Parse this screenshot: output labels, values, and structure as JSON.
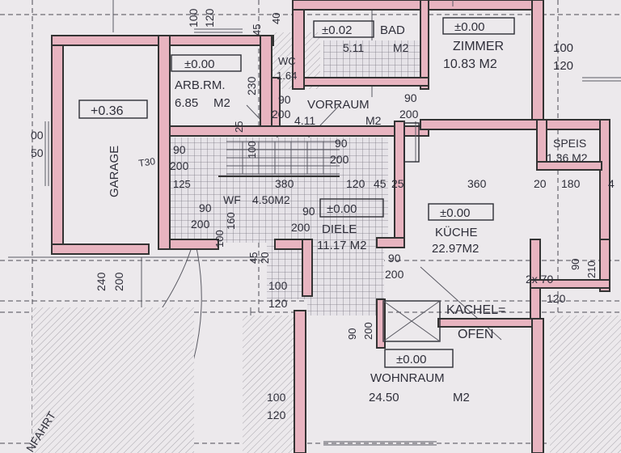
{
  "rooms": {
    "garage": {
      "name": "GARAGE",
      "level": "+0.36"
    },
    "arbrm": {
      "name": "ARB.RM.",
      "area": "6.85",
      "unit": "M2",
      "level": "±0.00"
    },
    "bad": {
      "name": "BAD",
      "area": "5.11",
      "unit": "M2",
      "level": "±0.02"
    },
    "zimmer": {
      "name": "ZIMMER",
      "area": "10.83 M2",
      "level": "±0.00"
    },
    "wc": {
      "name": "WC",
      "area": "1.64"
    },
    "vorraum": {
      "name": "VORRAUM",
      "area": "4.11",
      "unit": "M2"
    },
    "speis": {
      "name": "SPEIS",
      "area": "1.36 M2"
    },
    "wf": {
      "name": "WF",
      "area": "4.50M2"
    },
    "diele": {
      "name": "DIELE",
      "area": "11.17 M2",
      "level": "±0.00"
    },
    "kueche": {
      "name": "KÜCHE",
      "area": "22.97M2",
      "level": "±0.00"
    },
    "kachelofen": {
      "line1": "KACHEL=",
      "line2": "OFEN"
    },
    "wohnraum": {
      "name": "WOHNRAUM",
      "area": "24.50",
      "unit": "M2",
      "level": "±0.00"
    },
    "einfahrt": {
      "name": "NFAHRT"
    }
  },
  "dimensions": {
    "top_100": "100",
    "top_120": "120",
    "arb_230": "230",
    "wc_45": "45",
    "wc_40": "40",
    "vor_90a": "90",
    "vor_200a": "200",
    "vor_90b": "90",
    "vor_200b": "200",
    "right_100": "100",
    "right_120": "120",
    "left_100": "00",
    "left_50": "50",
    "st_90": "90",
    "st_200": "200",
    "st_125": "125",
    "t30": "T30",
    "mid_25": "25",
    "mid_100": "100",
    "mid_90": "90",
    "mid_200": "200",
    "d380": "380",
    "d120": "120",
    "d45": "45",
    "d25": "25",
    "d360": "360",
    "d20": "20",
    "d180": "180",
    "d4": "4",
    "wf_90": "90",
    "wf_200": "200",
    "wf_160": "160",
    "wf_100": "100",
    "diele_90": "90",
    "diele_200": "200",
    "d_90": "90",
    "d_200": "200",
    "g240": "240",
    "g200": "200",
    "p100": "100",
    "p120": "120",
    "k2x70": "2x 70",
    "k120": "120",
    "k90": "90",
    "k210": "210",
    "o90": "90",
    "o200": "200",
    "w100": "100",
    "w120": "120",
    "f45": "45",
    "f20": "20"
  },
  "colors": {
    "wall_fill": "#e8b4c0",
    "paper": "#ece9ec",
    "ink": "#2f2f3a"
  }
}
